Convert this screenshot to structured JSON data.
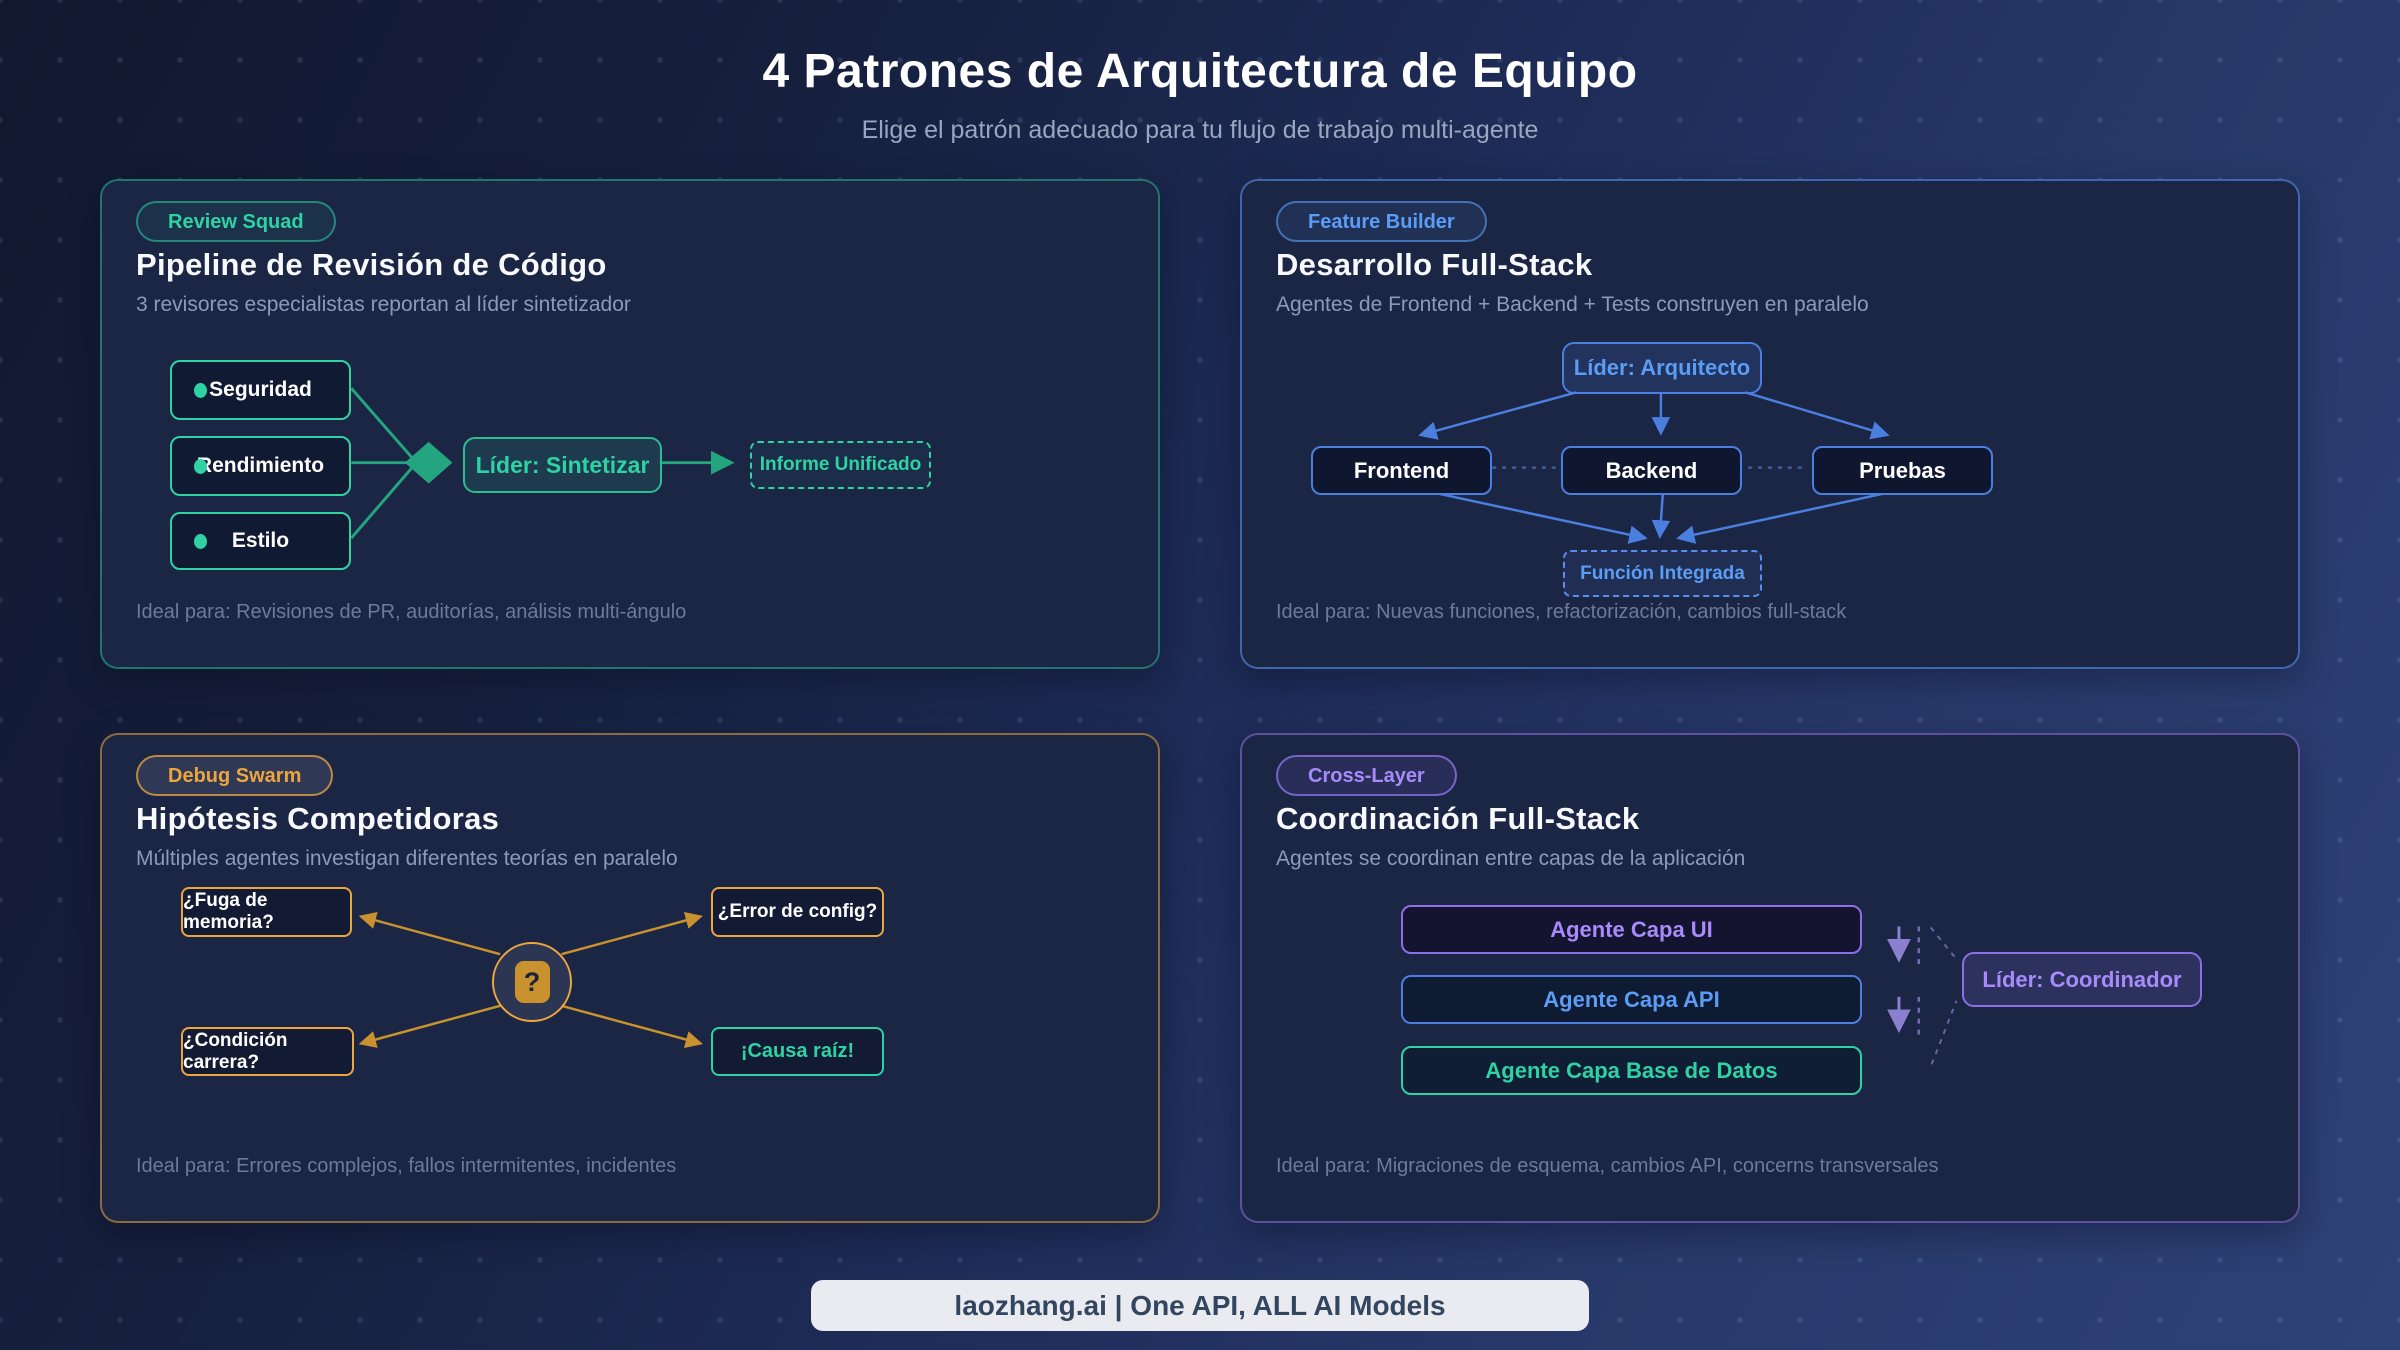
{
  "page": {
    "title": "4 Patrones de Arquitectura de Equipo",
    "subtitle": "Elige el patrón adecuado para tu flujo de trabajo multi-agente",
    "footer": "laozhang.ai | One API, ALL AI Models"
  },
  "colors": {
    "green": "#2fd2a2",
    "blue": "#5b9cf5",
    "orange": "#eba63f",
    "purple": "#a78bfa",
    "panel_bg": "#1b2544"
  },
  "panels": {
    "review": {
      "badge": "Review Squad",
      "title": "Pipeline de Revisión de Código",
      "subtitle": "3 revisores especialistas reportan al líder sintetizador",
      "nodes": {
        "seguridad": "Seguridad",
        "rendimiento": "Rendimiento",
        "estilo": "Estilo",
        "lider": "Líder: Sintetizar",
        "informe": "Informe Unificado"
      },
      "ideal": "Ideal para: Revisiones de PR, auditorías, análisis multi-ángulo"
    },
    "feature": {
      "badge": "Feature Builder",
      "title": "Desarrollo Full-Stack",
      "subtitle": "Agentes de Frontend + Backend + Tests construyen en paralelo",
      "nodes": {
        "lider": "Líder: Arquitecto",
        "frontend": "Frontend",
        "backend": "Backend",
        "pruebas": "Pruebas",
        "funcion": "Función Integrada"
      },
      "ideal": "Ideal para: Nuevas funciones, refactorización, cambios full-stack"
    },
    "debug": {
      "badge": "Debug Swarm",
      "title": "Hipótesis Competidoras",
      "subtitle": "Múltiples agentes investigan diferentes teorías en paralelo",
      "nodes": {
        "fuga": "¿Fuga de memoria?",
        "config": "¿Error de config?",
        "carrera": "¿Condición carrera?",
        "causa": "¡Causa raíz!",
        "question": "?"
      },
      "ideal": "Ideal para: Errores complejos, fallos intermitentes, incidentes"
    },
    "coord": {
      "badge": "Cross-Layer",
      "title": "Coordinación Full-Stack",
      "subtitle": "Agentes se coordinan entre capas de la aplicación",
      "nodes": {
        "ui": "Agente Capa UI",
        "api": "Agente Capa API",
        "db": "Agente Capa Base de Datos",
        "lider": "Líder: Coordinador"
      },
      "ideal": "Ideal para: Migraciones de esquema, cambios API, concerns transversales"
    }
  }
}
